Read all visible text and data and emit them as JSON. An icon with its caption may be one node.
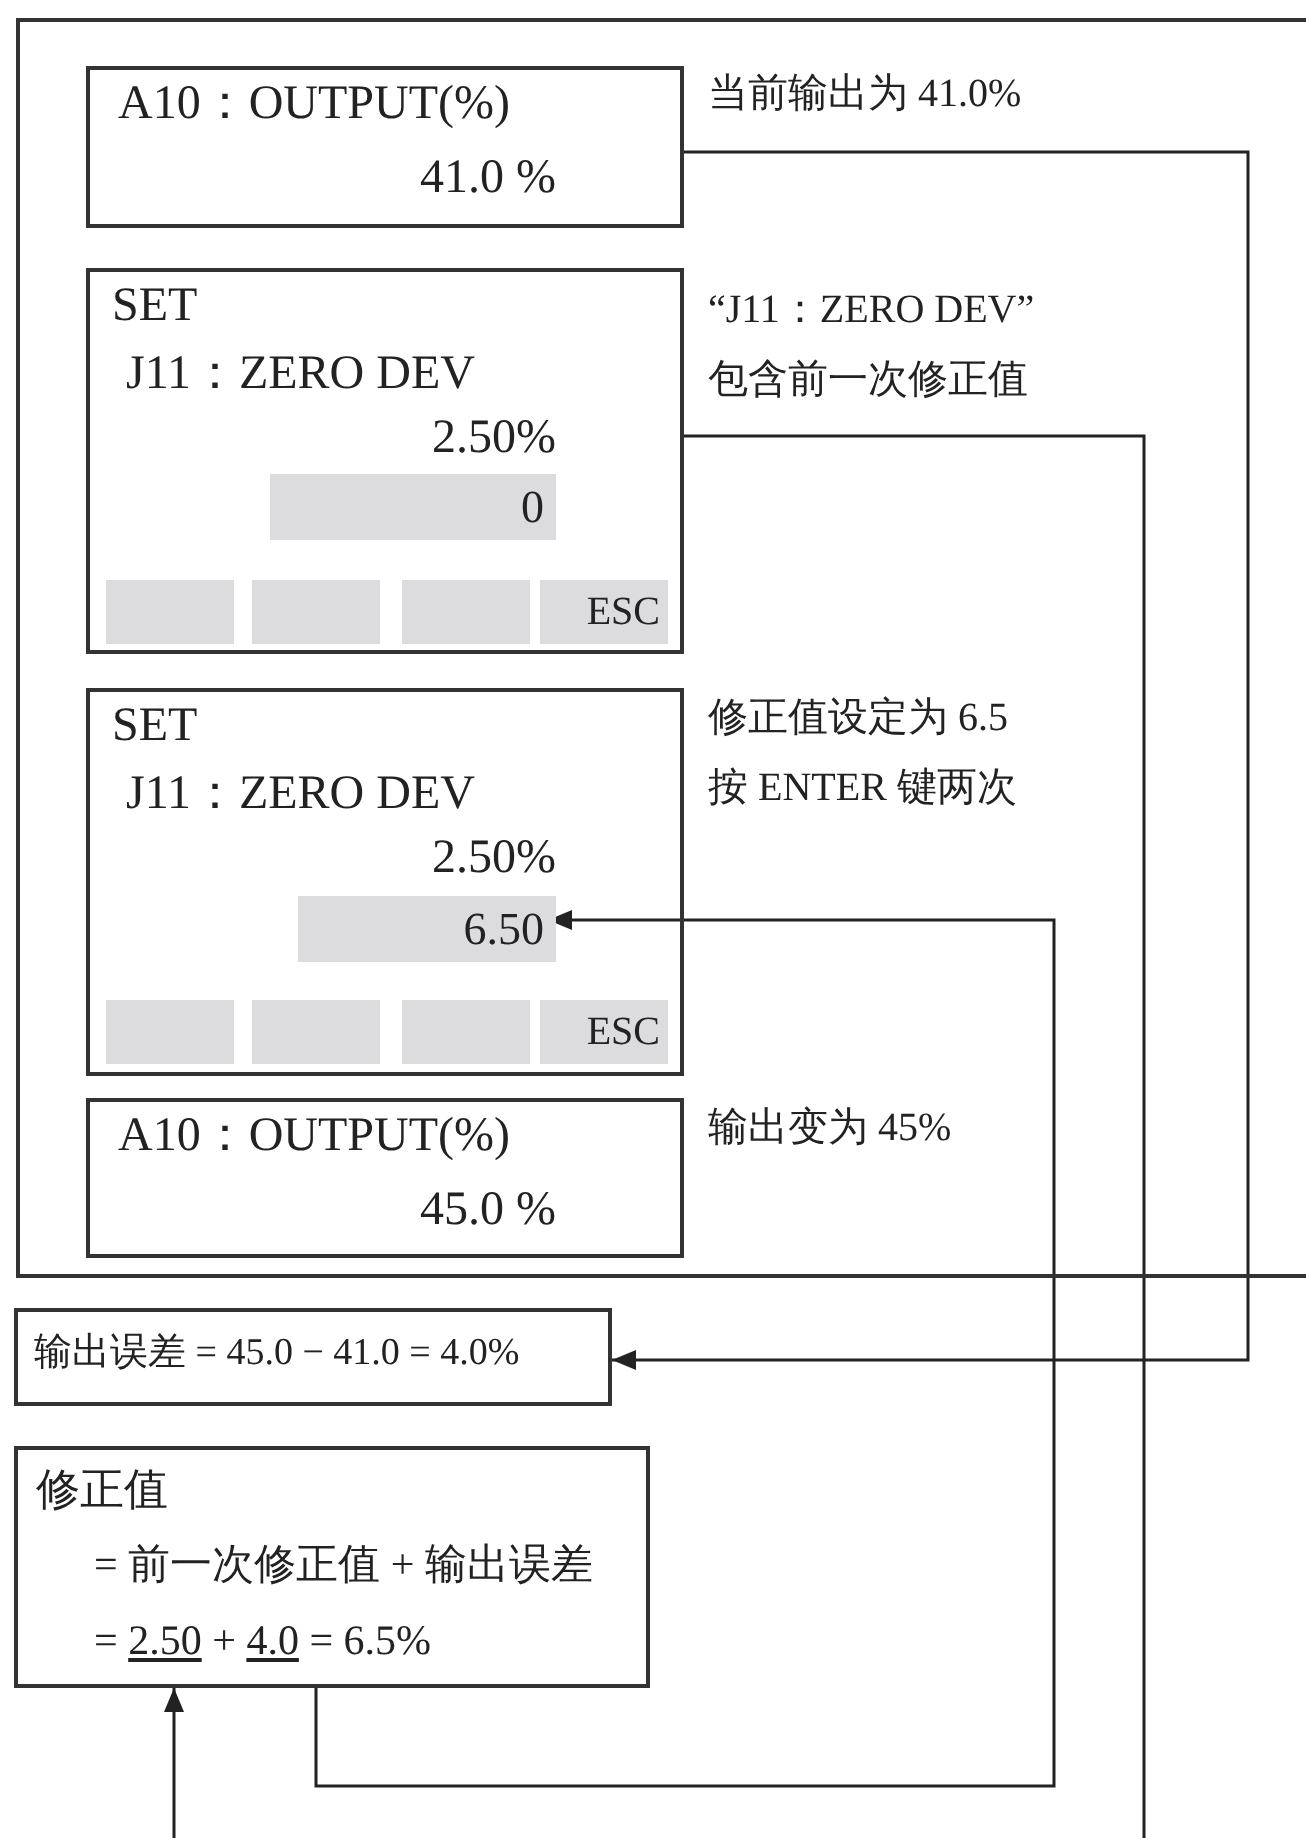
{
  "diagram": {
    "nodes": [
      {
        "text": [],
        "shape": "box"
      },
      {
        "text": [
          "A10：OUTPUT(%)",
          "41.0 %"
        ],
        "in": 0,
        "beside": [
          "当前输出为 41.0%"
        ]
      },
      {
        "text": [
          "SET",
          "J11：ZERO DEV",
          "2.50%"
        ],
        "in": 0,
        "beside": [
          "“J11：ZERO DEV” 包含前一次修正值"
        ]
      },
      {
        "text": [
          "0"
        ],
        "in": 2
      },
      {
        "text": [],
        "shape": "box",
        "in": 2
      },
      {
        "text": [],
        "shape": "box",
        "in": 2
      },
      {
        "text": [],
        "shape": "box",
        "in": 2
      },
      {
        "text": [
          "ESC"
        ],
        "in": 2
      },
      {
        "text": [
          "SET",
          "J11：ZERO DEV",
          "2.50%"
        ],
        "in": 0,
        "beside": [
          "修正值设定为 6.5 按 ENTER 键两次"
        ]
      },
      {
        "text": [
          "6.50"
        ],
        "in": 8
      },
      {
        "text": [],
        "shape": "box",
        "in": 8
      },
      {
        "text": [],
        "shape": "box",
        "in": 8
      },
      {
        "text": [],
        "shape": "box",
        "in": 8
      },
      {
        "text": [
          "ESC"
        ],
        "in": 8
      },
      {
        "text": [
          "A10：OUTPUT(%)",
          "45.0 %"
        ],
        "in": 0,
        "beside": [
          "输出变为 45%"
        ]
      },
      {
        "text": [
          "输出误差 = 45.0 − 41.0 = 4.0%"
        ]
      },
      {
        "text": [
          "修正值",
          "= 前一次修正值 + 输出误差",
          "= 2.50 + 4.0 = 6.5%"
        ]
      }
    ],
    "edges": [
      {
        "from": 1,
        "to": 15,
        "arrow": "to"
      },
      {
        "from": 2,
        "to": 16,
        "arrow": "to"
      },
      {
        "from": 16,
        "to": 9,
        "arrow": "to"
      }
    ]
  }
}
